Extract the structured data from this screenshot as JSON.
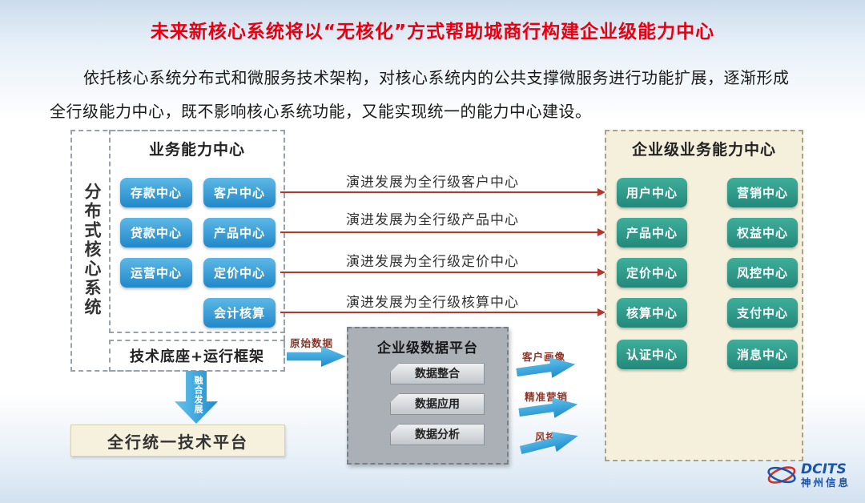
{
  "title": "未来新核心系统将以“无核化”方式帮助城商行构建企业级能力中心",
  "intro": {
    "line1": "依托核心系统分布式和微服务技术架构，对核心系统内的公共支撑微服务进行功能扩展，逐渐形成",
    "line2": "全行级能力中心，既不影响核心系统功能，又能实现统一的能力中心建设。"
  },
  "left_panel": {
    "vertical_label": "分布式核心系统",
    "business_center": {
      "title": "业务能力中心",
      "items": [
        "存款中心",
        "客户中心",
        "贷款中心",
        "产品中心",
        "运营中心",
        "定价中心",
        "会计核算"
      ]
    },
    "tech_base_label": "技术底座+运行框架",
    "merge_arrow_label": "融合发展",
    "unified_platform_label": "全行统一技术平台"
  },
  "evolution_arrows": [
    "演进发展为全行级客户中心",
    "演进发展为全行级产品中心",
    "演进发展为全行级定价中心",
    "演进发展为全行级核算中心"
  ],
  "right_panel": {
    "title": "企业级业务能力中心",
    "col1": [
      "用户中心",
      "产品中心",
      "定价中心",
      "核算中心",
      "认证中心"
    ],
    "col2": [
      "营销中心",
      "权益中心",
      "风控中心",
      "支付中心",
      "消息中心"
    ]
  },
  "data_platform": {
    "input_label": "原始数据",
    "title": "企业级数据平台",
    "items": [
      "数据整合",
      "数据应用",
      "数据分析"
    ],
    "outputs": [
      "客户画像",
      "精准营销",
      "风控"
    ]
  },
  "logo": {
    "brand": "DCITS",
    "company": "神州信息"
  },
  "colors": {
    "title_red": "#e60012",
    "blue_button": "#2e9ad6",
    "green_button": "#2f9d8b",
    "arrow_red": "#b5372c",
    "arrow_blue": "#2aa6dd",
    "beige_panel": "#f5f0dc",
    "gray_panel": "#abb0b6"
  }
}
